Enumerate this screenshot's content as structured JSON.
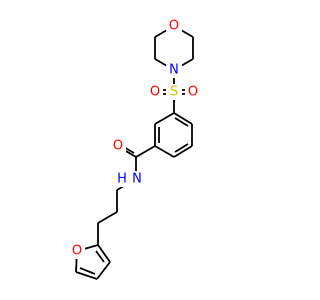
{
  "molecule": {
    "colors": {
      "bond": "#000000",
      "carbon": "#000000",
      "oxygen": "#ff0000",
      "nitrogen": "#0000ff",
      "sulfur": "#cccc00",
      "background": "#ffffff"
    },
    "atom_labels": {
      "morpholine_O": "O",
      "morpholine_N": "N",
      "sulfonyl_S": "S",
      "sulfonyl_O_left": "O",
      "sulfonyl_O_right": "O",
      "carbonyl_O": "O",
      "amide_N": "N",
      "amide_H": "H",
      "furan_O": "O"
    }
  }
}
